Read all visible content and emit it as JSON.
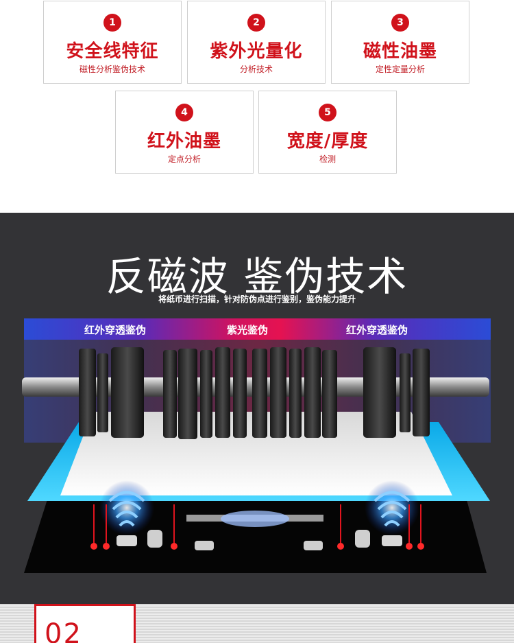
{
  "features": [
    {
      "num": "1",
      "title": "安全线特征",
      "sub": "磁性分析鉴伪技术"
    },
    {
      "num": "2",
      "title": "紫外光量化",
      "sub": "分析技术"
    },
    {
      "num": "3",
      "title": "磁性油墨",
      "sub": "定性定量分析"
    },
    {
      "num": "4",
      "title": "红外油墨",
      "sub": "定点分析"
    },
    {
      "num": "5",
      "title": "宽度/厚度",
      "sub": "检测"
    }
  ],
  "section": {
    "headline": "反磁波 鉴伪技术",
    "subhead": "将纸币进行扫描，针对防伪点进行鉴别，鉴伪能力提升",
    "bar_labels": [
      "红外穿透鉴伪",
      "紫光鉴伪",
      "红外穿透鉴伪"
    ]
  },
  "next_badge": "02",
  "colors": {
    "accent": "#d0121b",
    "dark_bg": "#333336"
  }
}
